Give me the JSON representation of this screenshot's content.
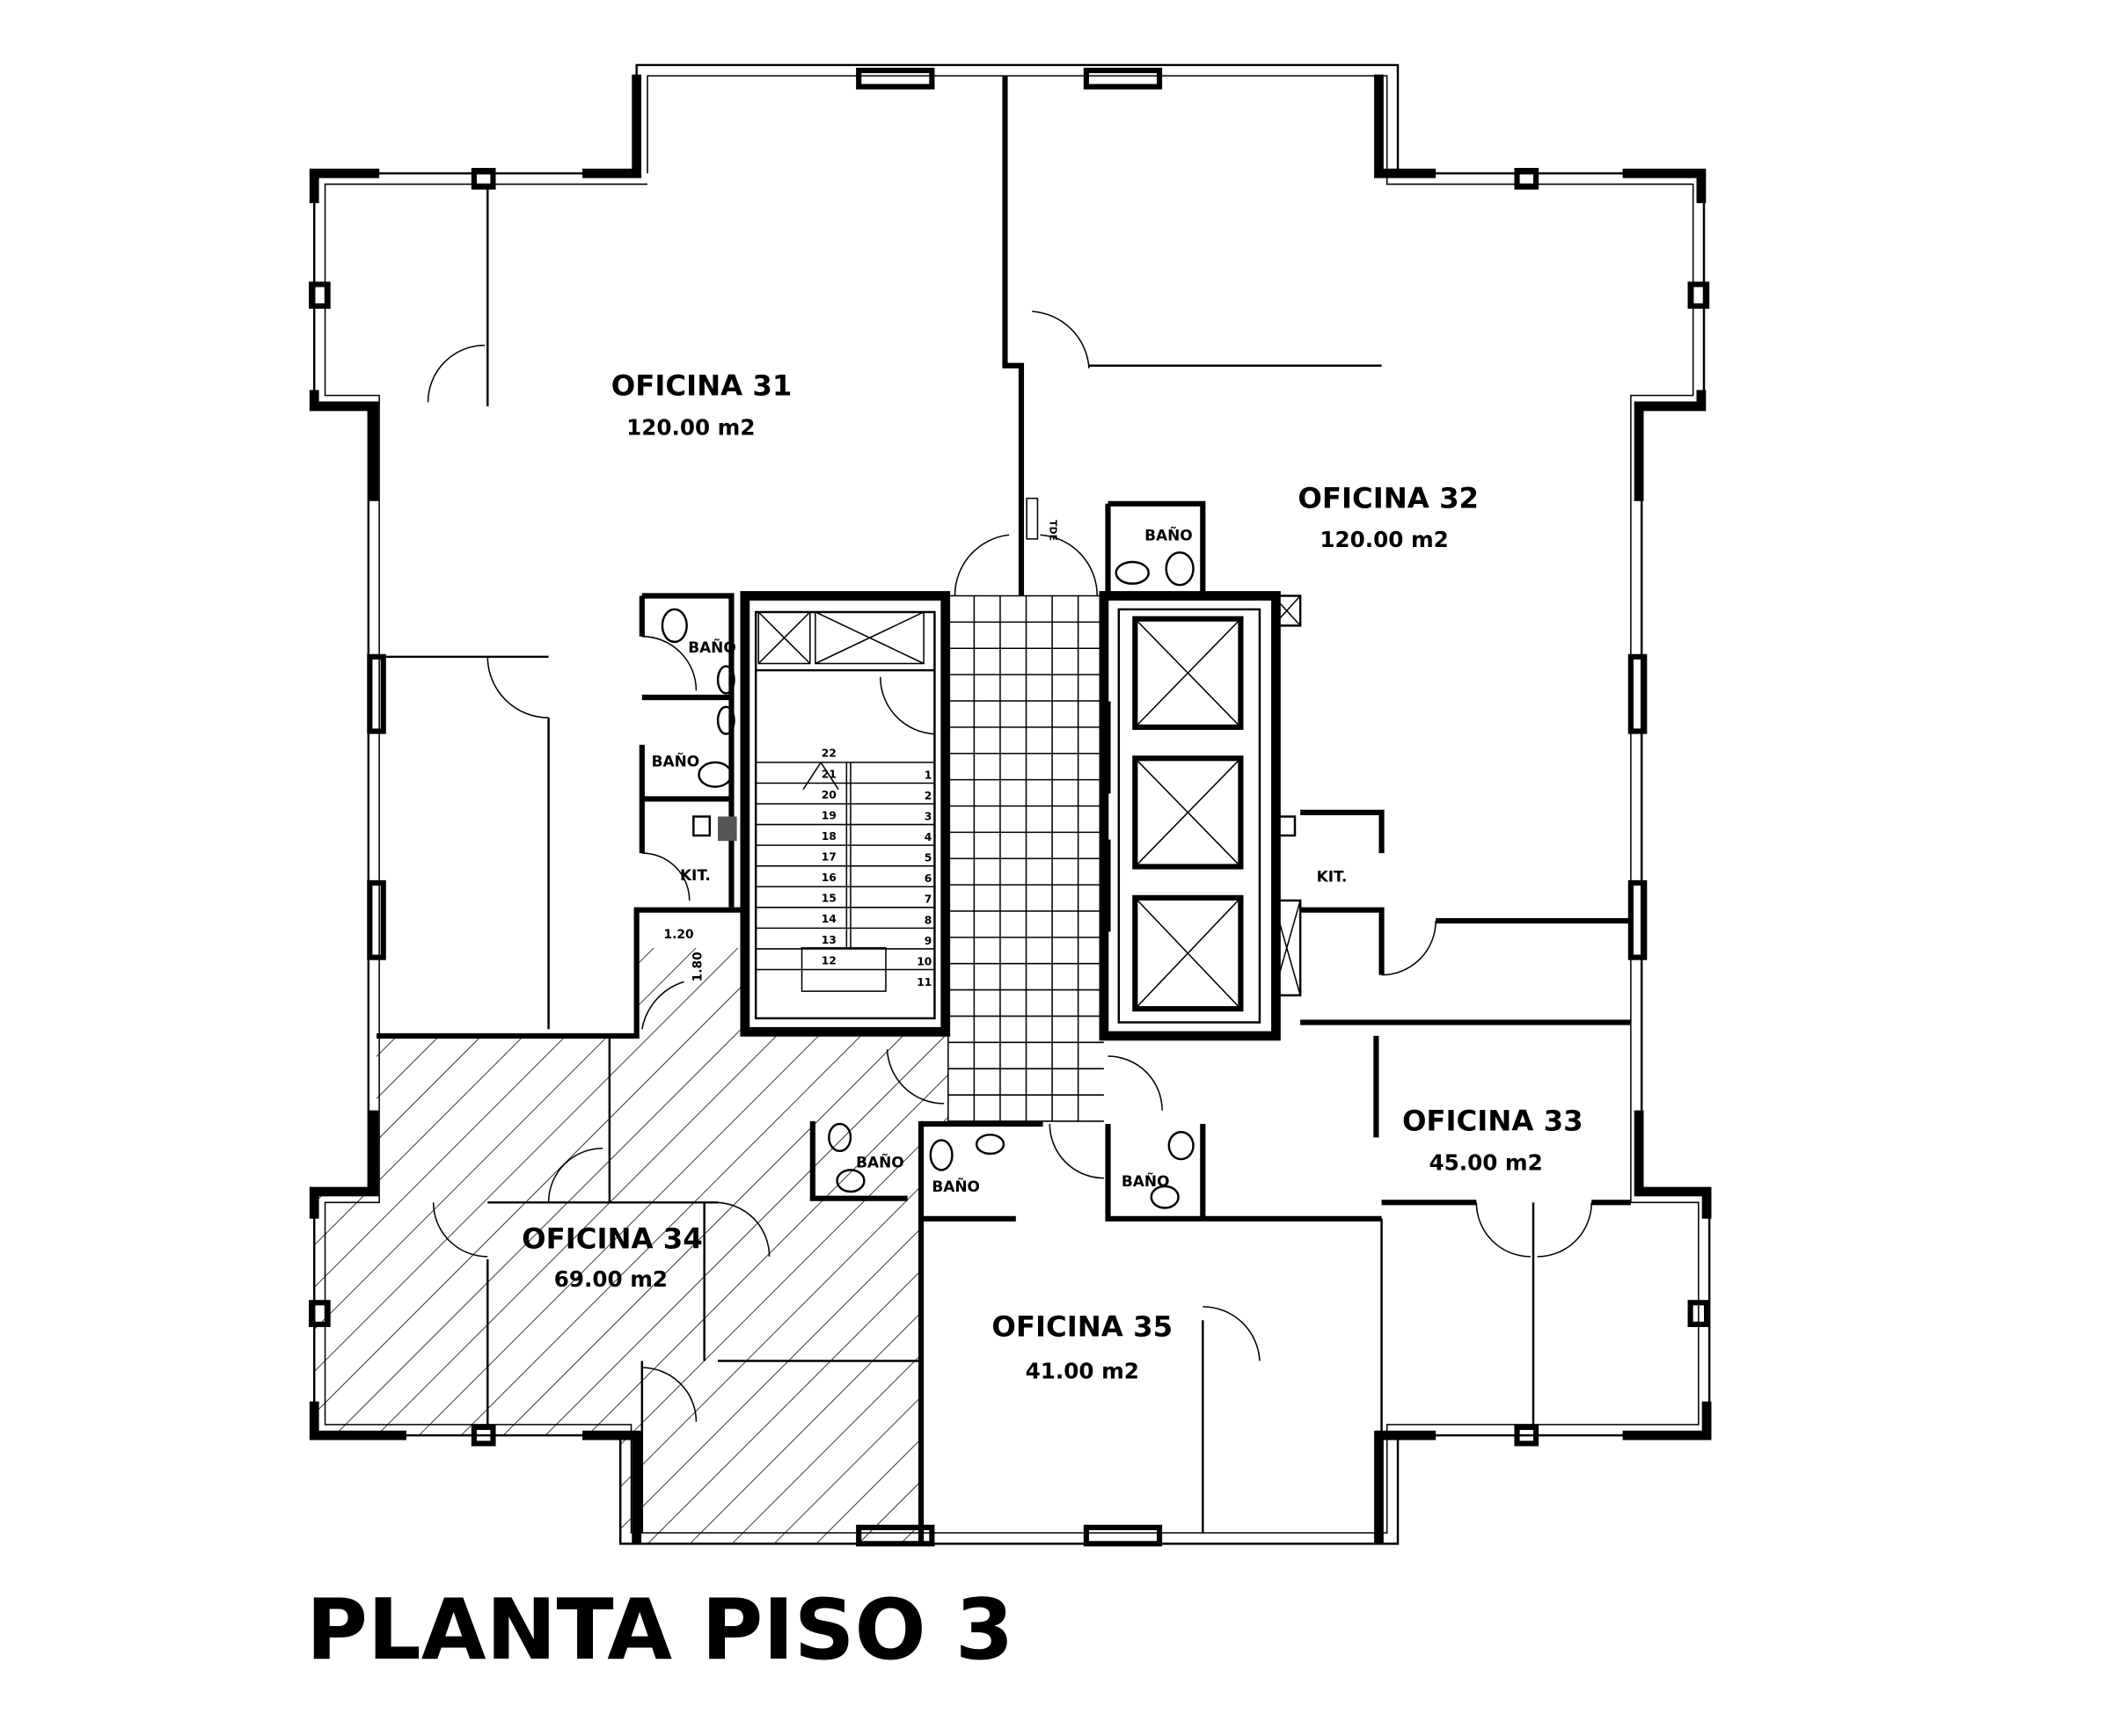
{
  "title": "PLANTA PISO 3",
  "offices": [
    {
      "name": "OFICINA 31",
      "area": "120.00 m2"
    },
    {
      "name": "OFICINA 32",
      "area": "120.00 m2"
    },
    {
      "name": "OFICINA 33",
      "area": "45.00 m2"
    },
    {
      "name": "OFICINA 34",
      "area": "69.00 m2"
    },
    {
      "name": "OFICINA 35",
      "area": "41.00 m2"
    }
  ],
  "labels": {
    "bano": "BAÑO",
    "kitchen": "KIT.",
    "panel": "TDE",
    "dim_width": "1.20",
    "dim_depth": "1.80"
  },
  "stairs": {
    "left_steps": [
      "22",
      "21",
      "20",
      "19",
      "18",
      "17",
      "16",
      "15",
      "14",
      "13",
      "12"
    ],
    "right_steps": [
      "1",
      "2",
      "3",
      "4",
      "5",
      "6",
      "7",
      "8",
      "9",
      "10",
      "11"
    ]
  },
  "colors": {
    "line": "#000000",
    "background": "#ffffff"
  }
}
